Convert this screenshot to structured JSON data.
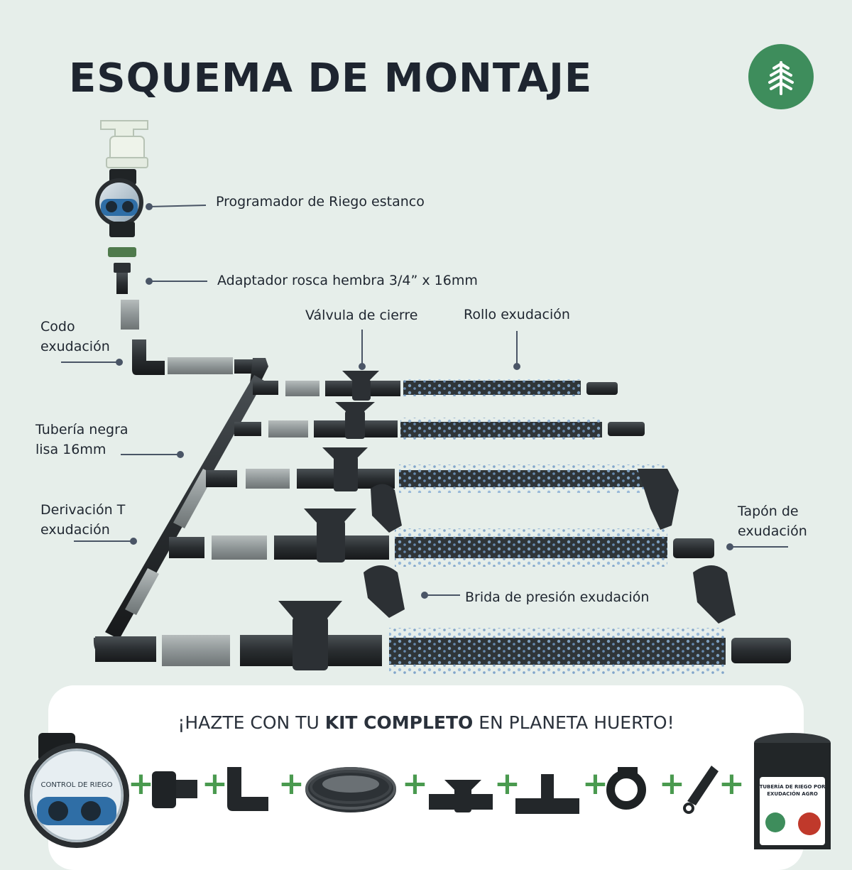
{
  "title": "ESQUEMA DE MONTAJE",
  "brand": {
    "color": "#3e8d5c",
    "logo_icon": "tree-leaf-icon"
  },
  "labels": {
    "programador": "Programador de Riego estanco",
    "adaptador": "Adaptador rosca hembra 3/4” x 16mm",
    "codo_1": "Codo",
    "codo_2": "exudación",
    "valvula": "Válvula de cierre",
    "rollo": "Rollo exudación",
    "tuberia_1": "Tubería negra",
    "tuberia_2": "lisa 16mm",
    "derivacion_1": "Derivación T",
    "derivacion_2": "exudación",
    "tapon_1": "Tapón de",
    "tapon_2": "exudación",
    "brida": "Brida de presión exudación"
  },
  "kit": {
    "heading_pre": "¡HAZTE CON TU ",
    "heading_bold": "KIT COMPLETO",
    "heading_post": " EN PLANETA HUERTO!",
    "plus_sign": "+",
    "timer_label": "CONTROL DE RIEGO",
    "roll_label_1": "TUBERÍA DE RIEGO POR",
    "roll_label_2": "EXUDACIÓN AGRO",
    "items": [
      "timer-icon",
      "adapter-icon",
      "elbow-icon",
      "pipe-coil-icon",
      "valve-icon",
      "tee-icon",
      "clamp-icon",
      "end-plug-icon",
      "exudation-roll-icon"
    ]
  },
  "colors": {
    "background": "#e6eeea",
    "pipe": "#2c3034",
    "grey_pipe": "#8e9596",
    "plus": "#4a9a4f",
    "leader": "#4a5566"
  }
}
